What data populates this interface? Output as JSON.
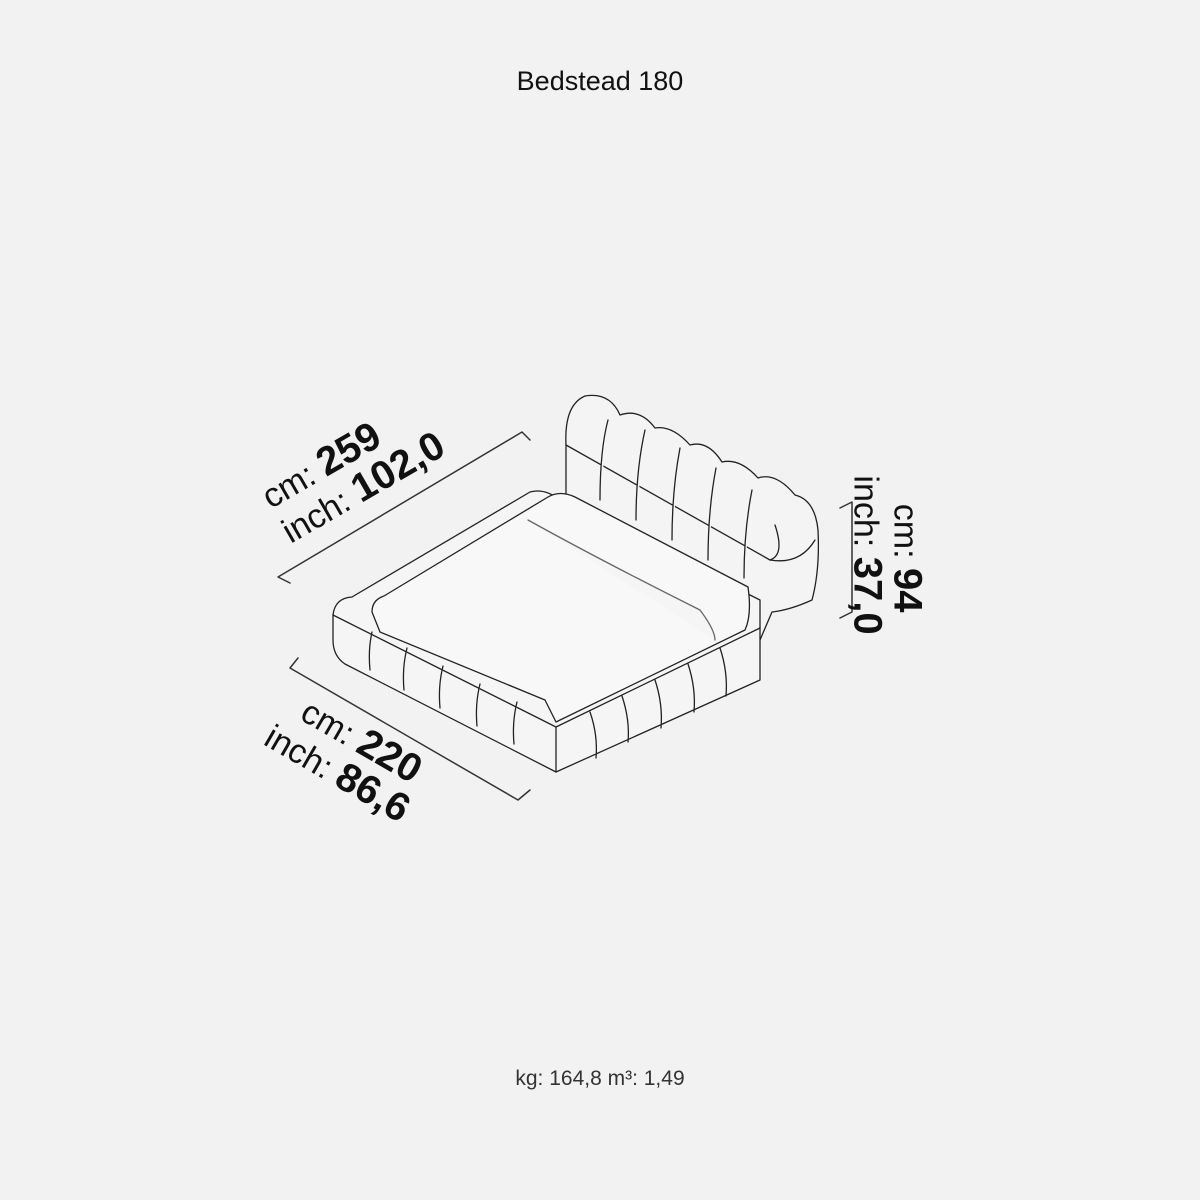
{
  "title": "Bedstead 180",
  "dimensions": {
    "length": {
      "cm_label": "cm:",
      "cm_value": "259",
      "inch_label": "inch:",
      "inch_value": "102,0"
    },
    "width": {
      "cm_label": "cm:",
      "cm_value": "220",
      "inch_label": "inch:",
      "inch_value": "86,6"
    },
    "height": {
      "cm_label": "cm:",
      "cm_value": "94",
      "inch_label": "inch:",
      "inch_value": "37,0"
    }
  },
  "footer": "kg: 164,8 m³: 1,49"
}
